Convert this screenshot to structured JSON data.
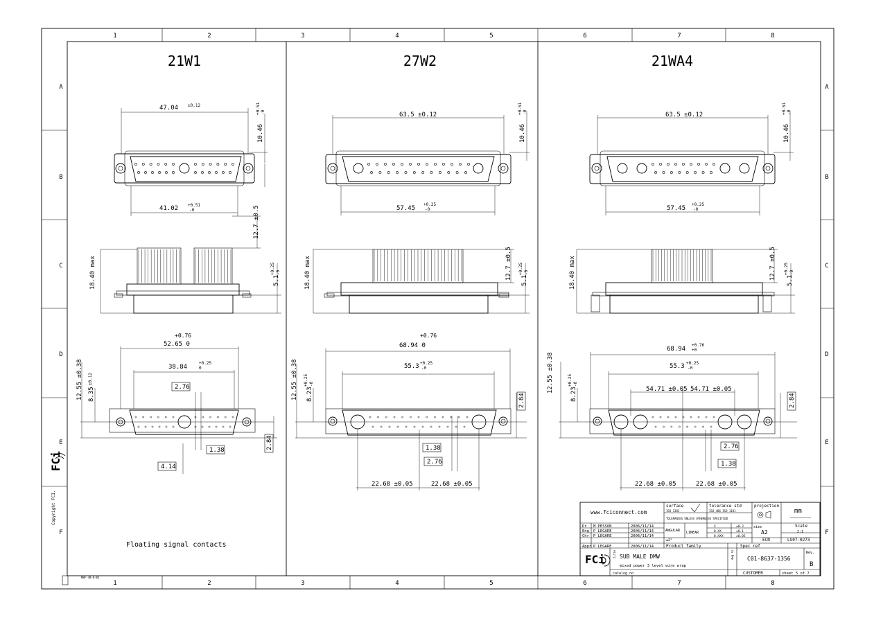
{
  "frame": {
    "col_labels": [
      "1",
      "2",
      "3",
      "4",
      "5",
      "6",
      "7",
      "8"
    ],
    "row_labels": [
      "A",
      "B",
      "C",
      "D",
      "E",
      "F"
    ]
  },
  "panels": [
    {
      "title": "21W1"
    },
    {
      "title": "27W2"
    },
    {
      "title": "21WA4"
    }
  ],
  "panel1": {
    "width": "47.04",
    "width_tol": "±0.12",
    "height": "10.46",
    "height_tol_p": "+0.51",
    "height_tol_m": "-0",
    "inner": "41.02",
    "inner_tol_p": "+0.51",
    "inner_tol_m": "-0",
    "wire_len": "12.7 ±0.5",
    "max_h": "18.40 max",
    "flange": "5.1",
    "flange_tol_p": "+0.25",
    "flange_tol_m": "-0",
    "cut_tol": "+0.76",
    "cut_w": "52.65 0",
    "cut_inner": "38.84",
    "cut_inner_tol_p": "+0.25",
    "cut_inner_tol_m": "0",
    "cut_h": "12.55 ±0.38",
    "cut_h2": "8.35",
    "cut_h2_tol": "±0.12",
    "box_a": "2.76",
    "box_b": "1.38",
    "box_c": "4.14",
    "box_d": "2.84",
    "note": "Floating signal contacts"
  },
  "panel2": {
    "width": "63.5 ±0.12",
    "height": "10.46",
    "height_tol_p": "+0.51",
    "height_tol_m": "-0",
    "inner": "57.45",
    "inner_tol_p": "+0.25",
    "inner_tol_m": "-0",
    "max_h": "18.40 max",
    "wire_len": "12.7 ±0.5",
    "flange": "5.1",
    "flange_tol_p": "+0.25",
    "flange_tol_m": "-0",
    "cut_tol": "+0.76",
    "cut_w": "68.94 0",
    "cut_inner": "55.3",
    "cut_inner_tol_p": "+0.25",
    "cut_inner_tol_m": "-0",
    "cut_h": "12.55 ±0.38",
    "cut_h2": "8.23",
    "cut_h2_tol_p": "+0.25",
    "cut_h2_tol_m": "-0",
    "box_d": "2.84",
    "box_b": "1.38",
    "box_a": "2.76",
    "pitch_l": "22.68 ±0.05",
    "pitch_r": "22.68 ±0.05"
  },
  "panel3": {
    "width": "63.5 ±0.12",
    "height": "10.46",
    "height_tol_p": "+0.51",
    "height_tol_m": "-0",
    "inner": "57.45",
    "inner_tol_p": "+0.25",
    "inner_tol_m": "-0",
    "max_h": "18.40 max",
    "wire_len": "12.7 ±0.5",
    "flange": "5.1",
    "flange_tol_p": "+0.25",
    "flange_tol_m": "-0",
    "cut_w": "68.94",
    "cut_w_tol_p": "+0.76",
    "cut_w_tol_m": "+0",
    "cut_inner": "55.3",
    "cut_inner_tol_p": "+0.25",
    "cut_inner_tol_m": "-0",
    "cut_h": "12.55 ±0.38",
    "cut_h2": "8.23",
    "cut_h2_tol_p": "+0.25",
    "cut_h2_tol_m": "-0",
    "pitch_a": "54.71 ±0.05",
    "pitch_b": "54.71 ±0.05",
    "box_d": "2.84",
    "box_a": "2.76",
    "box_b": "1.38",
    "pitch_l": "22.68 ±0.05",
    "pitch_r": "22.68 ±0.05"
  },
  "title_block": {
    "website": "www.fciconnect.com",
    "surface_label": "surface",
    "surface_std": "ISO 1302",
    "tolerance_label": "tolerance std",
    "tolerance_std": "ISO 406  ISO 1101",
    "tol_note": "TOLERANCES UNLESS OTHERWISE SPECIFIED",
    "projection_label": "projection",
    "units": "mm",
    "angular": "ANGULAR",
    "linear": "LINEAR",
    "tol_rows": [
      [
        "X",
        "±0.3"
      ],
      [
        "0.XX",
        "±0.1"
      ],
      [
        "0.XXX",
        "±0.05"
      ]
    ],
    "angle_tol": "±2°",
    "size_label": "size",
    "size": "A2",
    "scale_label": "Scale",
    "scale": "2:1",
    "ecn_label": "ECN",
    "ecn": "LS07-0273",
    "people": [
      {
        "role": "Dr",
        "name": "M PESSON",
        "date": "2006/11/14"
      },
      {
        "role": "Eng",
        "name": "P LEGARE",
        "date": "2006/11/14"
      },
      {
        "role": "Chr",
        "name": "P LEGARE",
        "date": "2006/11/14"
      },
      {
        "role": "Appr",
        "name": "P LEGARE",
        "date": "2006/11/14"
      }
    ],
    "product_family": "Product family",
    "spec_ref": "Spec ref",
    "title_label": "title",
    "title": "SUB  MALE DMW",
    "subtitle": "mixed power 3 level wire wrap",
    "catalog": "catalog no",
    "dwg_label": "dwg no",
    "dwg_no": "C01-8637-1356",
    "rev_label": "Rev.",
    "rev": "B",
    "customer": "CUSTOMER",
    "sheet": "sheet 5 of 7",
    "logo_text": "FCi",
    "copyright": "Copyright FCI.",
    "form_no": "RWF-38-0-01"
  }
}
